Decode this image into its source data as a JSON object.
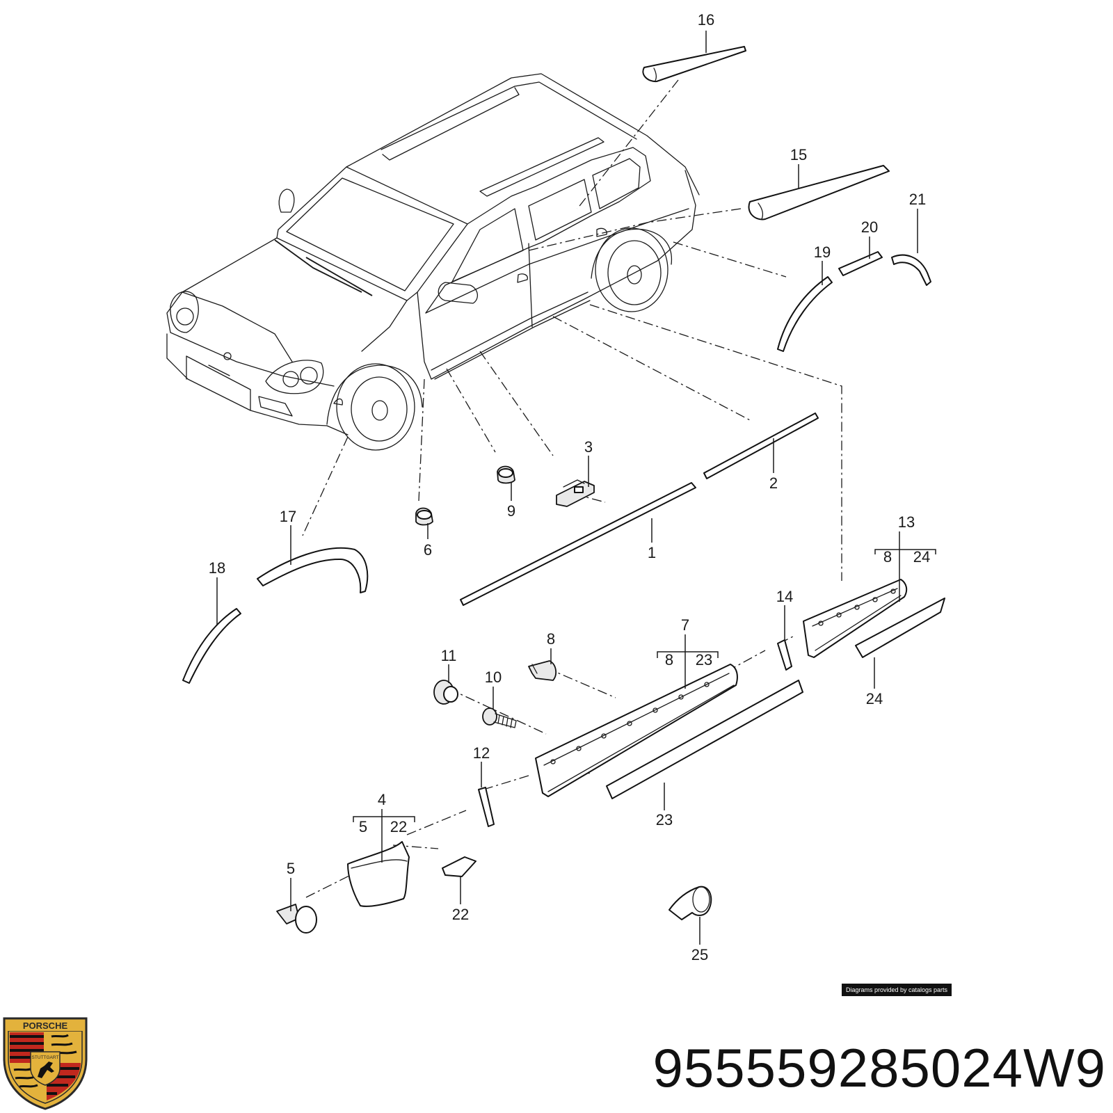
{
  "diagram": {
    "callouts": [
      {
        "id": "c16",
        "text": "16"
      },
      {
        "id": "c15",
        "text": "15"
      },
      {
        "id": "c21",
        "text": "21"
      },
      {
        "id": "c20",
        "text": "20"
      },
      {
        "id": "c19",
        "text": "19"
      },
      {
        "id": "c3",
        "text": "3"
      },
      {
        "id": "c2",
        "text": "2"
      },
      {
        "id": "c9",
        "text": "9"
      },
      {
        "id": "c6",
        "text": "6"
      },
      {
        "id": "c1",
        "text": "1"
      },
      {
        "id": "c17",
        "text": "17"
      },
      {
        "id": "c18",
        "text": "18"
      },
      {
        "id": "c13",
        "text": "13"
      },
      {
        "id": "c13a",
        "text": "8"
      },
      {
        "id": "c13b",
        "text": "24"
      },
      {
        "id": "c14",
        "text": "14"
      },
      {
        "id": "c7",
        "text": "7"
      },
      {
        "id": "c7a",
        "text": "8"
      },
      {
        "id": "c7b",
        "text": "23"
      },
      {
        "id": "c8",
        "text": "8"
      },
      {
        "id": "c11",
        "text": "11"
      },
      {
        "id": "c10",
        "text": "10"
      },
      {
        "id": "c24",
        "text": "24"
      },
      {
        "id": "c12",
        "text": "12"
      },
      {
        "id": "c23",
        "text": "23"
      },
      {
        "id": "c4",
        "text": "4"
      },
      {
        "id": "c4a",
        "text": "5"
      },
      {
        "id": "c4b",
        "text": "22"
      },
      {
        "id": "c5",
        "text": "5"
      },
      {
        "id": "c22",
        "text": "22"
      },
      {
        "id": "c25",
        "text": "25"
      }
    ]
  },
  "credit": "Diagrams provided by catalogs parts",
  "part_number": "955559285024W9",
  "logo": {
    "text_top": "PORSCHE",
    "text_center": "STUTTGART"
  },
  "colors": {
    "line": "#1a1a1a",
    "background": "#ffffff",
    "logo_red": "#c0281e",
    "logo_gold": "#e3b23c"
  }
}
